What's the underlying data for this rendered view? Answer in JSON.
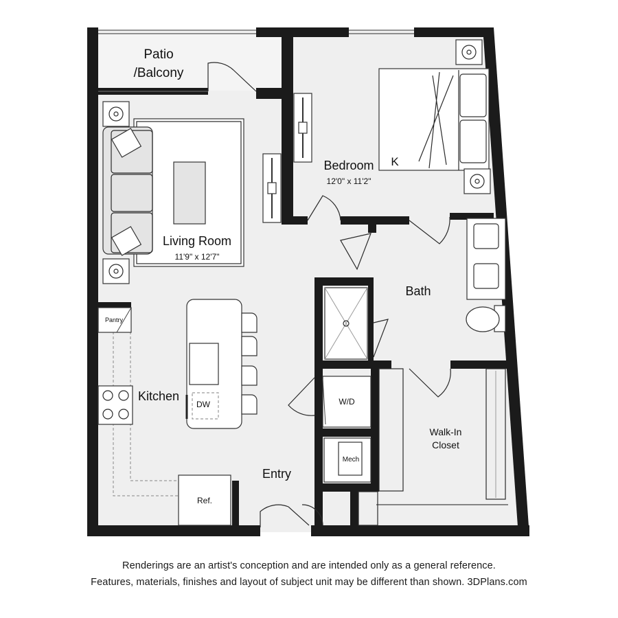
{
  "rooms": {
    "patio": {
      "line1": "Patio",
      "line2": "/Balcony"
    },
    "bedroom": {
      "name": "Bedroom",
      "dims": "12'0\" x 11'2\"",
      "bed_size": "K"
    },
    "living": {
      "name": "Living Room",
      "dims": "11'9\" x 12'7\""
    },
    "bath": {
      "name": "Bath"
    },
    "kitchen": {
      "name": "Kitchen"
    },
    "closet": {
      "line1": "Walk-In",
      "line2": "Closet"
    },
    "entry": {
      "name": "Entry"
    }
  },
  "fixtures": {
    "pantry": "Pantry",
    "dishwasher": "DW",
    "washer_dryer": "W/D",
    "mech": "Mech",
    "refrigerator": "Ref."
  },
  "disclaimer": {
    "line1": "Renderings are an artist's conception and are intended only as a general reference.",
    "line2": "Features, materials, finishes and layout of subject unit may be different than shown. 3DPlans.com"
  }
}
